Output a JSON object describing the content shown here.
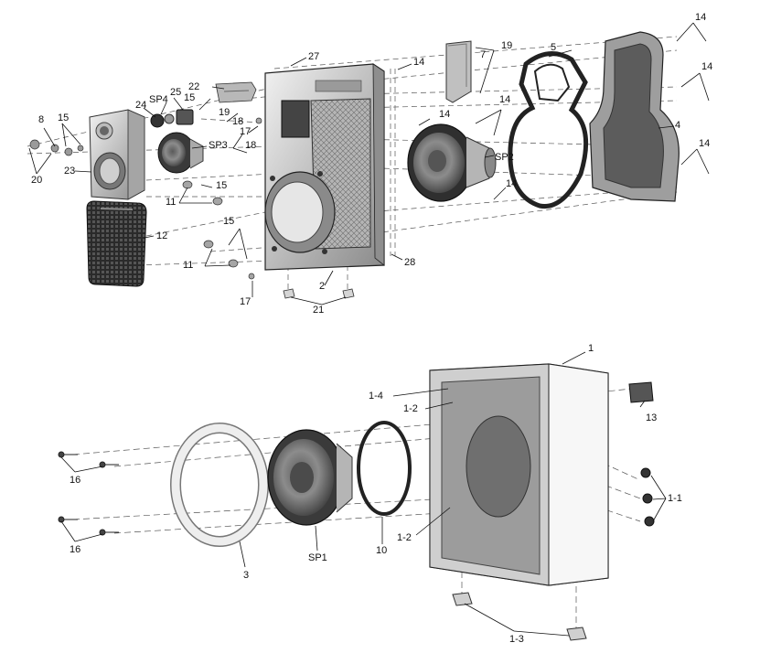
{
  "labels": {
    "n14a": "14",
    "n14b": "14",
    "n14c": "14",
    "n14d": "14",
    "n14e": "14",
    "n14f": "14",
    "n14g": "14",
    "n19a": "19",
    "n19b": "19",
    "n27": "27",
    "n7": "7",
    "n5": "5",
    "n4": "4",
    "n22": "22",
    "n25": "25",
    "n24": "24",
    "sp4": "SP4",
    "n15a": "15",
    "n15b": "15",
    "n15c": "15",
    "n15d": "15",
    "n18a": "18",
    "n18b": "18",
    "n17a": "17",
    "n17b": "17",
    "n8": "8",
    "n20": "20",
    "n23": "23",
    "sp3": "SP3",
    "sp2": "SP2",
    "n11a": "11",
    "n11b": "11",
    "n12": "12",
    "n28": "28",
    "n2": "2",
    "n21": "21",
    "n1": "1",
    "n1_4": "1-4",
    "n1_2a": "1-2",
    "n1_2b": "1-2",
    "n13": "13",
    "n1_1": "1-1",
    "n16a": "16",
    "n16b": "16",
    "n3": "3",
    "sp1": "SP1",
    "n10": "10",
    "n1_3": "1-3"
  },
  "colors": {
    "line": "#222222",
    "dash": "#555555",
    "metal_light": "#d9d9d9",
    "metal_mid": "#a8a8a8",
    "metal_dark": "#6a6a6a",
    "grille": "#2b2b2b",
    "cabinet_face": "#f0f0f0",
    "cabinet_side": "#e2e2e2",
    "ring": "#f4f4f4"
  }
}
